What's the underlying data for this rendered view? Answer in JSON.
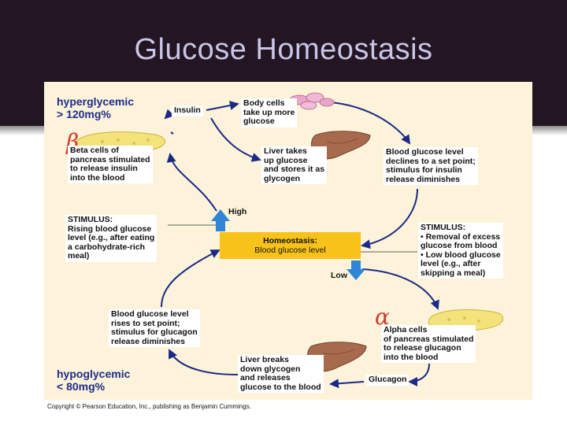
{
  "slide": {
    "title": "Glucose Homeostasis"
  },
  "diagram": {
    "hyper_label": "hyperglycemic\n> 120mg%",
    "hypo_label": "hypoglycemic\n< 80mg%",
    "beta_symbol": "β",
    "alpha_symbol": "α",
    "insulin_label": "Insulin",
    "glucagon_label": "Glucagon",
    "body_cells": "Body cells\ntake up more\nglucose",
    "beta_cells": "Beta cells of\npancreas stimulated\nto release insulin\ninto the blood",
    "liver_takes": "Liver takes\nup glucose\nand stores it as\nglycogen",
    "glucose_declines": "Blood glucose level\ndeclines to a set point;\nstimulus for insulin\nrelease diminishes",
    "stimulus_rising": "STIMULUS:\nRising blood glucose\nlevel (e.g., after eating\na carbohydrate-rich\nmeal)",
    "high_label": "High",
    "homeostasis_title": "Homeostasis:",
    "homeostasis_sub": "Blood glucose level",
    "low_label": "Low",
    "stimulus_removal": "STIMULUS:\n• Removal of excess\n   glucose from blood\n• Low blood glucose\n   level (e.g., after\n   skipping a meal)",
    "glucose_rises": "Blood glucose level\nrises to set point;\nstimulus for glucagon\nrelease diminishes",
    "alpha_cells": "Alpha cells\nof pancreas stimulated\nto release glucagon\ninto the blood",
    "liver_breaks": "Liver breaks\ndown glycogen\nand releases\nglucose to the blood",
    "copyright": "Copyright © Pearson Education, Inc., publishing as Benjamin Cummings."
  },
  "colors": {
    "header_bg": "#231622",
    "title_text": "#c9c5e8",
    "panel_bg": "#fcf3da",
    "homeostasis_box": "#f7c21a",
    "cycle_arrow": "#1b2a86",
    "level_arrow": "#2f86d6",
    "greek_symbol": "#d23a2e",
    "pancreas": "#f4e27a",
    "liver": "#a86a4c"
  },
  "icons": [
    "pancreas-icon",
    "liver-icon",
    "body-cells-icon"
  ]
}
